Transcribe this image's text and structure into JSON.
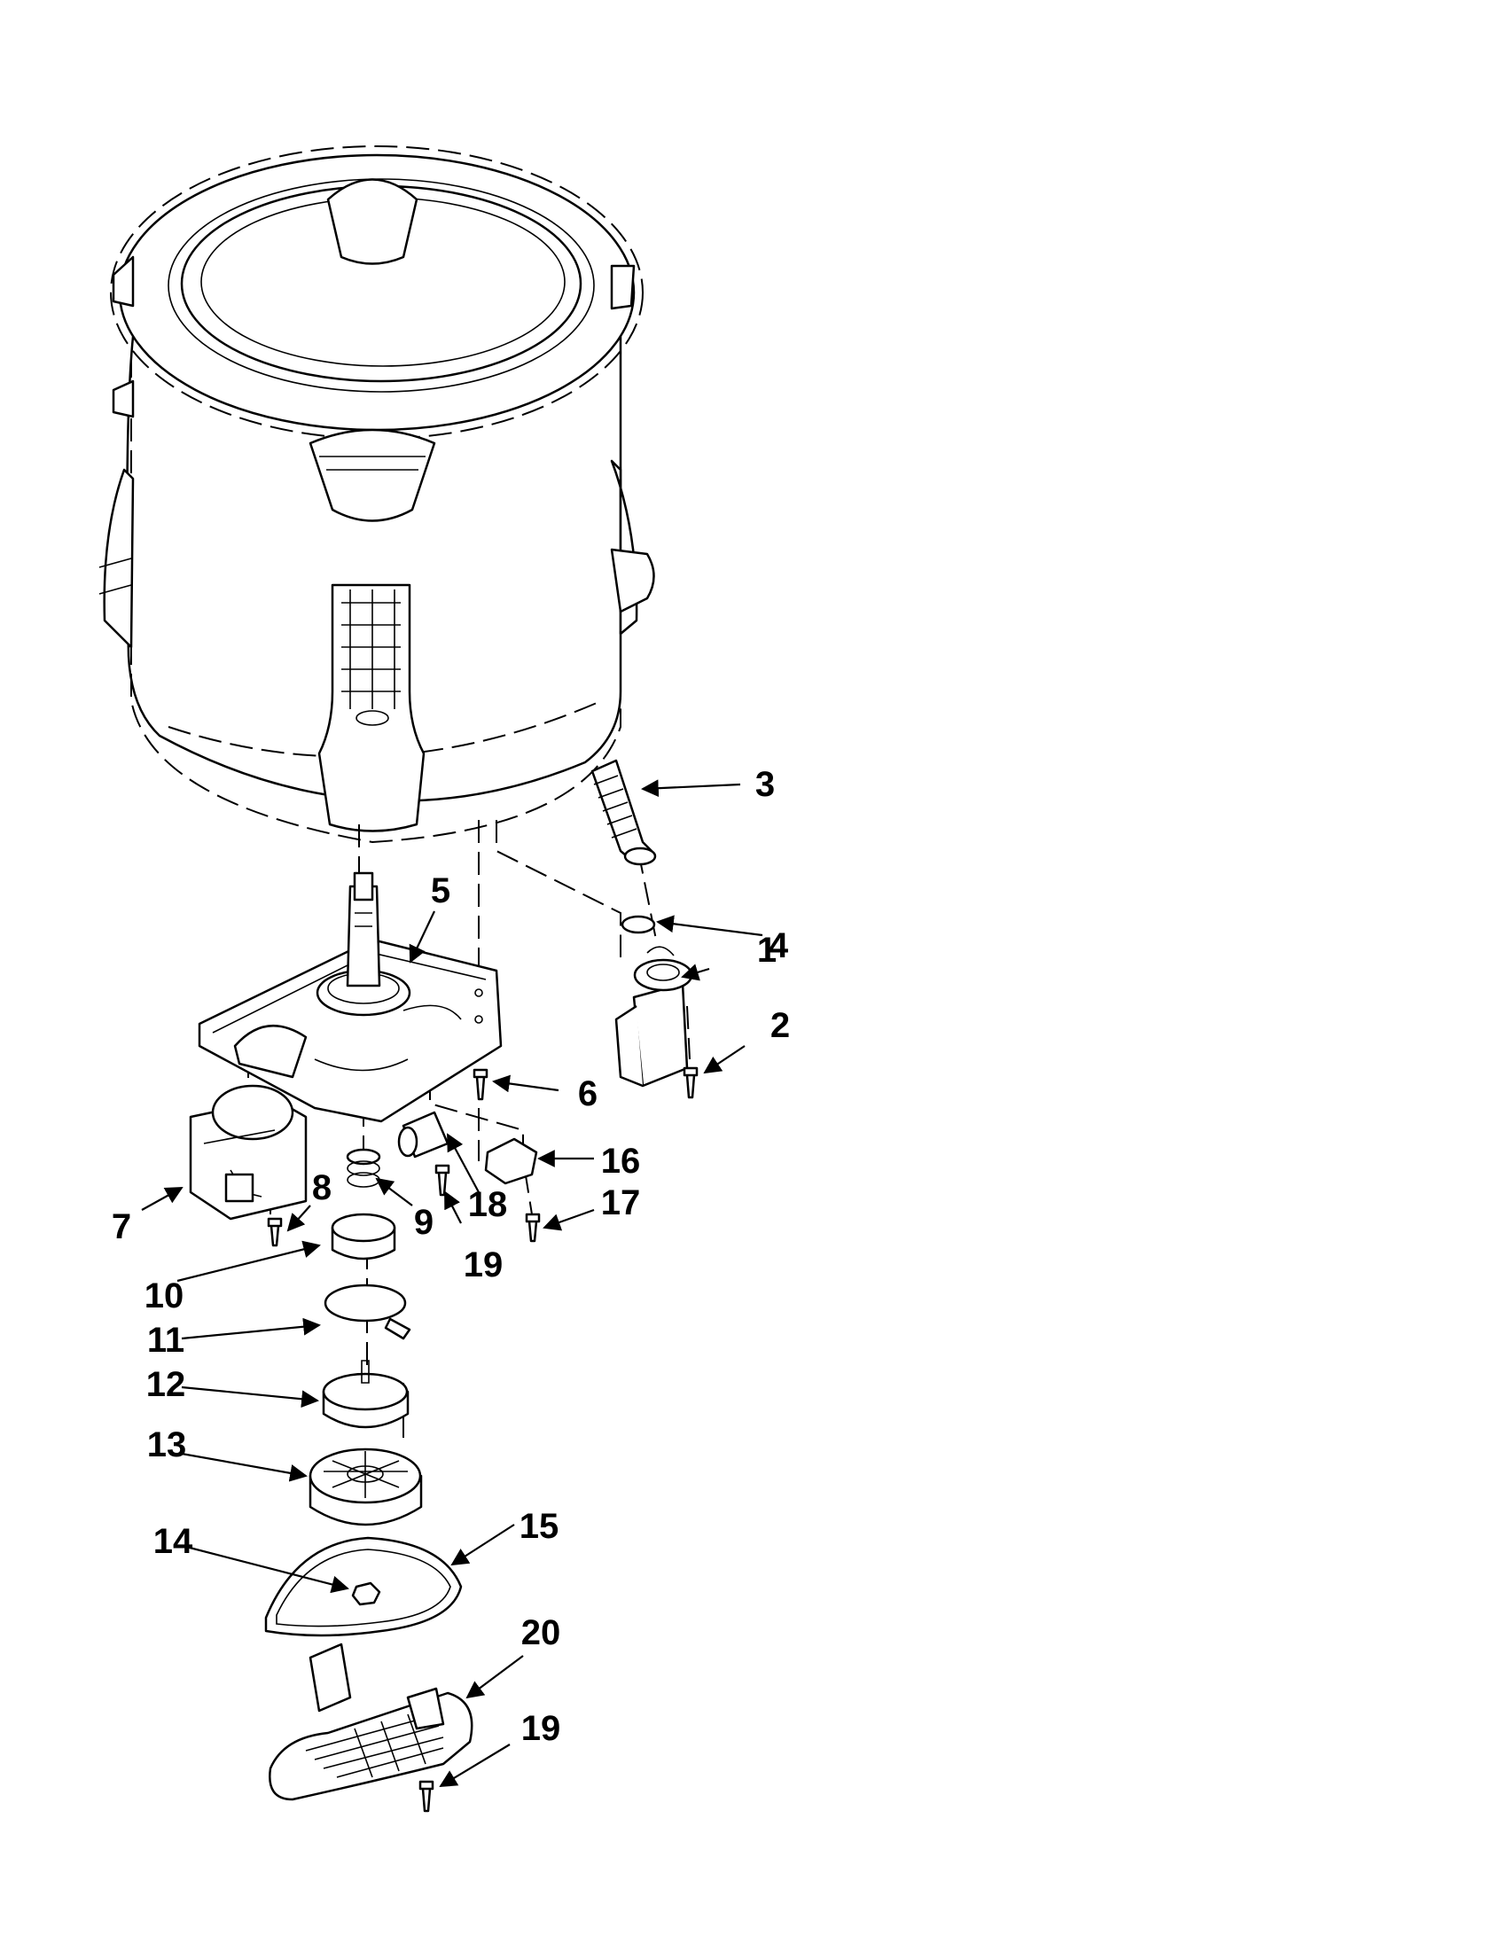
{
  "diagram": {
    "callouts": [
      {
        "id": "c1",
        "label": "1"
      },
      {
        "id": "c2",
        "label": "2"
      },
      {
        "id": "c3",
        "label": "3"
      },
      {
        "id": "c4",
        "label": "4"
      },
      {
        "id": "c5",
        "label": "5"
      },
      {
        "id": "c6",
        "label": "6"
      },
      {
        "id": "c7",
        "label": "7"
      },
      {
        "id": "c8",
        "label": "8"
      },
      {
        "id": "c9",
        "label": "9"
      },
      {
        "id": "c10",
        "label": "10"
      },
      {
        "id": "c11",
        "label": "11"
      },
      {
        "id": "c12",
        "label": "12"
      },
      {
        "id": "c13",
        "label": "13"
      },
      {
        "id": "c14",
        "label": "14"
      },
      {
        "id": "c15",
        "label": "15"
      },
      {
        "id": "c16",
        "label": "16"
      },
      {
        "id": "c17",
        "label": "17"
      },
      {
        "id": "c18",
        "label": "18"
      },
      {
        "id": "c19a",
        "label": "19"
      },
      {
        "id": "c19b",
        "label": "19"
      },
      {
        "id": "c20",
        "label": "20"
      }
    ],
    "colors": {
      "line": "#000000",
      "background": "#ffffff"
    }
  }
}
